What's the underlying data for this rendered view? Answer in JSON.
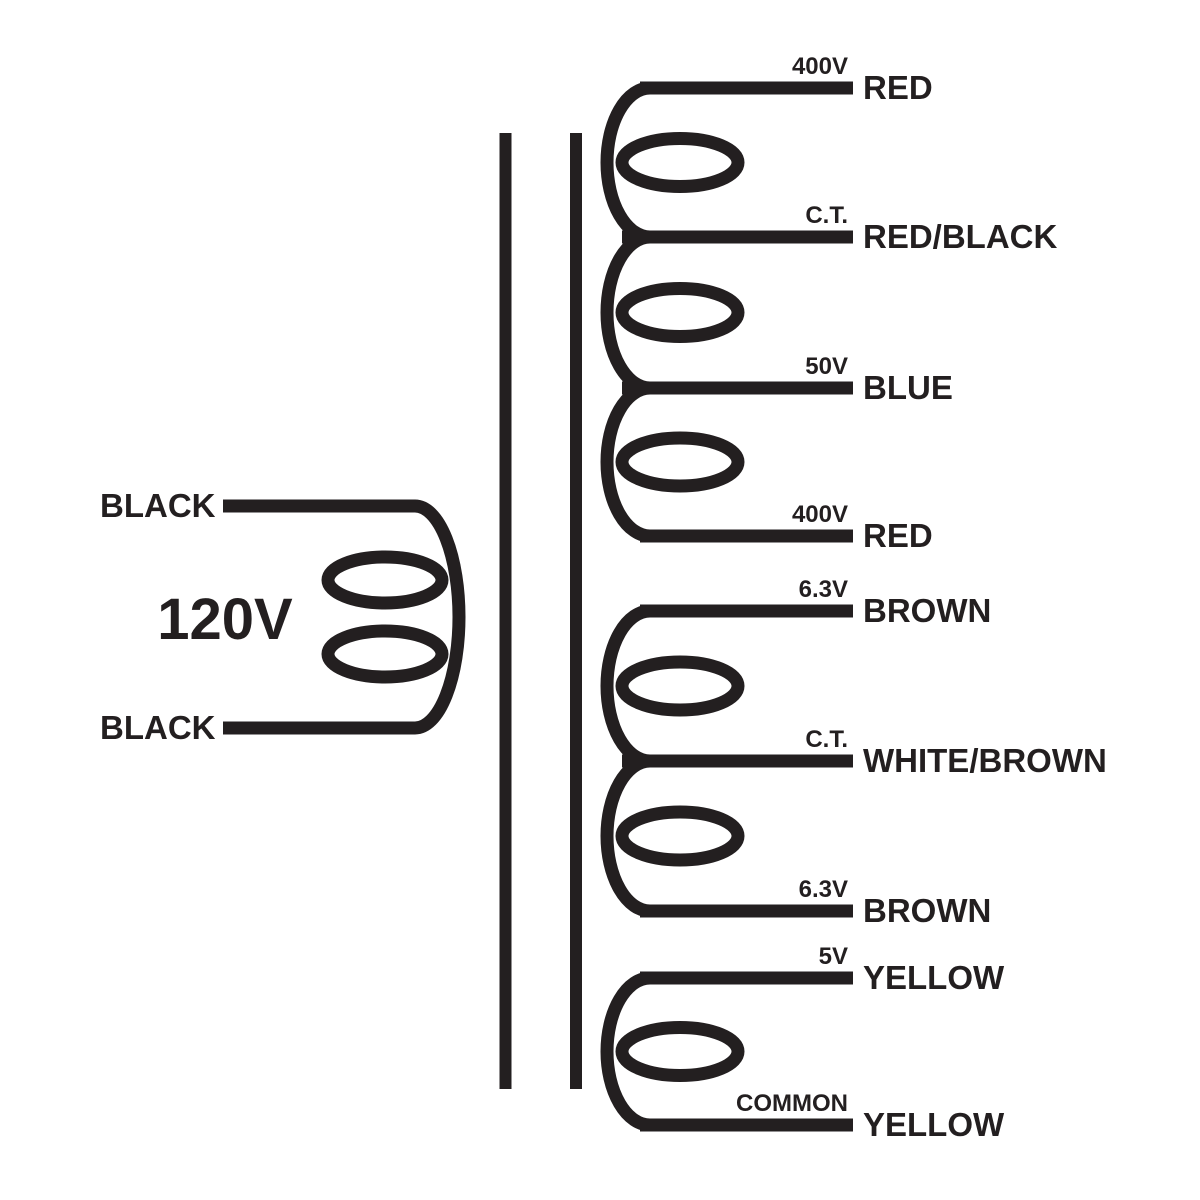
{
  "diagram": {
    "type": "transformer-wiring-diagram",
    "colors": {
      "ink": "#231f20",
      "background": "#ffffff"
    },
    "primary": {
      "voltage_label": "120V",
      "leads": [
        {
          "label": "BLACK"
        },
        {
          "label": "BLACK"
        }
      ]
    },
    "core": {
      "bars": 2
    },
    "secondary_windings": [
      {
        "taps": [
          {
            "tap_label": "400V",
            "wire_label": "RED"
          },
          {
            "tap_label": "C.T.",
            "wire_label": "RED/BLACK"
          },
          {
            "tap_label": "50V",
            "wire_label": "BLUE"
          },
          {
            "tap_label": "400V",
            "wire_label": "RED"
          }
        ]
      },
      {
        "taps": [
          {
            "tap_label": "6.3V",
            "wire_label": "BROWN"
          },
          {
            "tap_label": "C.T.",
            "wire_label": "WHITE/BROWN"
          },
          {
            "tap_label": "6.3V",
            "wire_label": "BROWN"
          }
        ]
      },
      {
        "taps": [
          {
            "tap_label": "5V",
            "wire_label": "YELLOW"
          },
          {
            "tap_label": "COMMON",
            "wire_label": "YELLOW"
          }
        ]
      }
    ]
  }
}
